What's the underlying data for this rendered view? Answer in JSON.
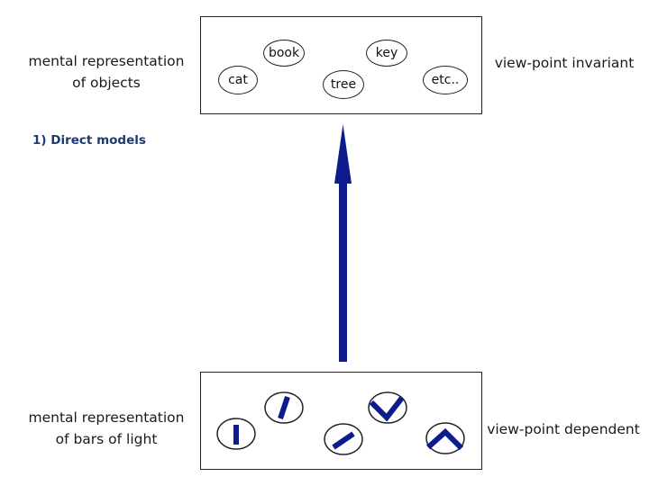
{
  "top_left_label": [
    "mental representation",
    "of objects"
  ],
  "top_right_label": "view-point invariant",
  "heading": "1) Direct models",
  "objects": {
    "book": "book",
    "key": "key",
    "cat": "cat",
    "tree": "tree",
    "etc": "etc.."
  },
  "bottom_left_label": [
    "mental representation",
    "of bars of light"
  ],
  "bottom_right_label": "view-point dependent",
  "colors": {
    "arrow": "#0d1b8c",
    "bars": "#0d1b8c",
    "outline": "#222222"
  },
  "icons": {
    "arrow": "up-arrow-icon",
    "bar": "light-bar-icon"
  }
}
